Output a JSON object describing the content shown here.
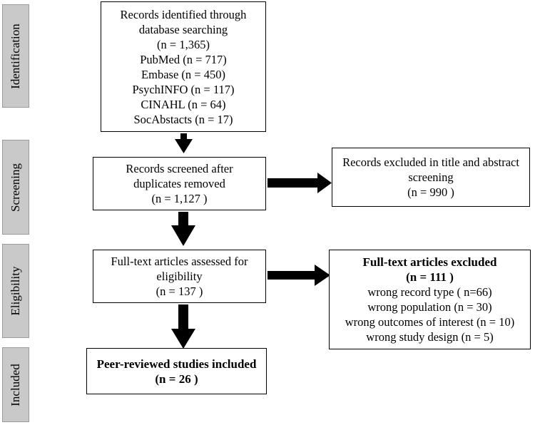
{
  "stages": {
    "identification": "Identification",
    "screening": "Screening",
    "eligibility": "Eligibility",
    "included": "Included"
  },
  "identified": {
    "line1": "Records identified through",
    "line2": "database searching",
    "line3": "(n = 1,365)",
    "sources": [
      "PubMed (n = 717)",
      "Embase (n = 450)",
      "PsychINFO (n = 117)",
      "CINAHL (n = 64)",
      "SocAbstacts (n = 17)"
    ]
  },
  "screened": {
    "line1": "Records screened after",
    "line2": "duplicates removed",
    "line3": "(n = 1,127 )"
  },
  "excluded_screening": {
    "line1": "Records excluded in title and abstract",
    "line2": "screening",
    "line3": "(n = 990 )"
  },
  "fulltext": {
    "line1": "Full-text articles assessed for",
    "line2": "eligibility",
    "line3": "(n = 137 )"
  },
  "excluded_fulltext": {
    "title": "Full-text articles excluded",
    "count": "(n = 111 )",
    "reasons": [
      "wrong record type ( n=66)",
      "wrong population (n = 30)",
      "wrong outcomes of interest (n = 10)",
      "wrong study design (n = 5)"
    ]
  },
  "included": {
    "title": "Peer-reviewed studies included",
    "count": "(n = 26 )"
  }
}
